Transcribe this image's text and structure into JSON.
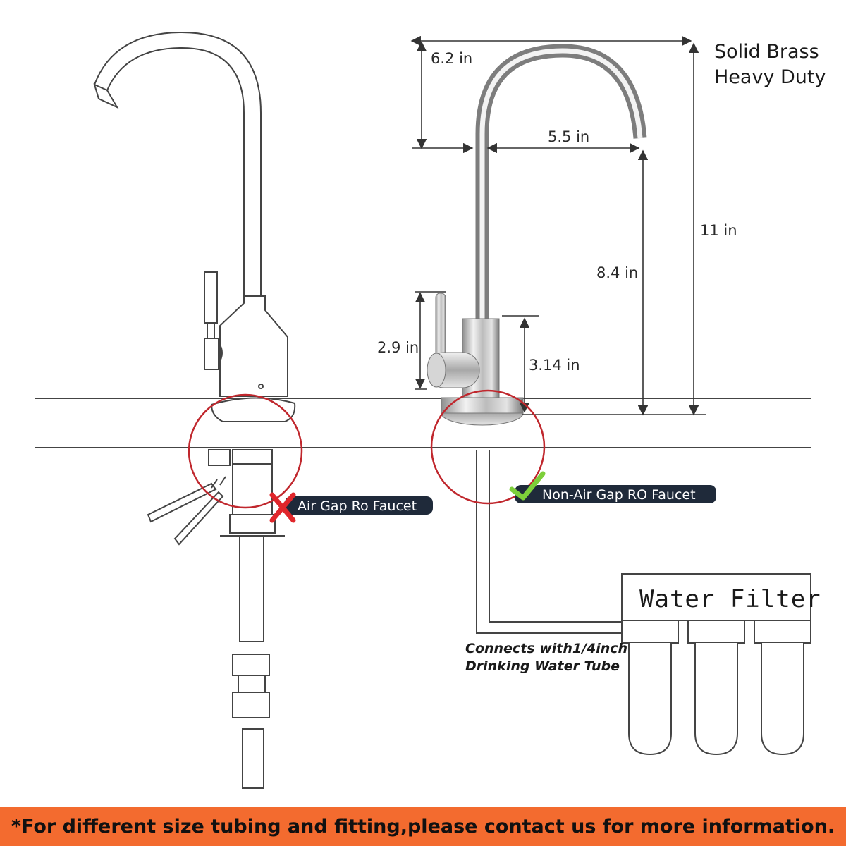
{
  "brand": {
    "line1": "Solid Brass",
    "line2": "Heavy Duty"
  },
  "dimensions": {
    "spout_height": "6.2 in",
    "reach": "5.5 in",
    "total_height": "11 in",
    "spout_clearance": "8.4 in",
    "handle_height": "2.9 in",
    "base_height": "3.14 in"
  },
  "labels": {
    "air_gap": "Air Gap Ro Faucet",
    "non_air_gap": "Non-Air Gap RO Faucet",
    "water_filter": "Water Filter",
    "tube_line1": "Connects with1/4inch",
    "tube_line2": "Drinking Water Tube"
  },
  "markers": {
    "air_gap_marker": "cross-icon",
    "non_air_gap_marker": "checkmark-icon"
  },
  "colors": {
    "highlight_circle": "#c0272d",
    "cross": "#e0262b",
    "check": "#7dcf3a",
    "badge": "#1f2a3a",
    "footer_background": "#f36b2f"
  },
  "footer": {
    "text": "*For different size tubing and fitting,please contact us for more information."
  }
}
